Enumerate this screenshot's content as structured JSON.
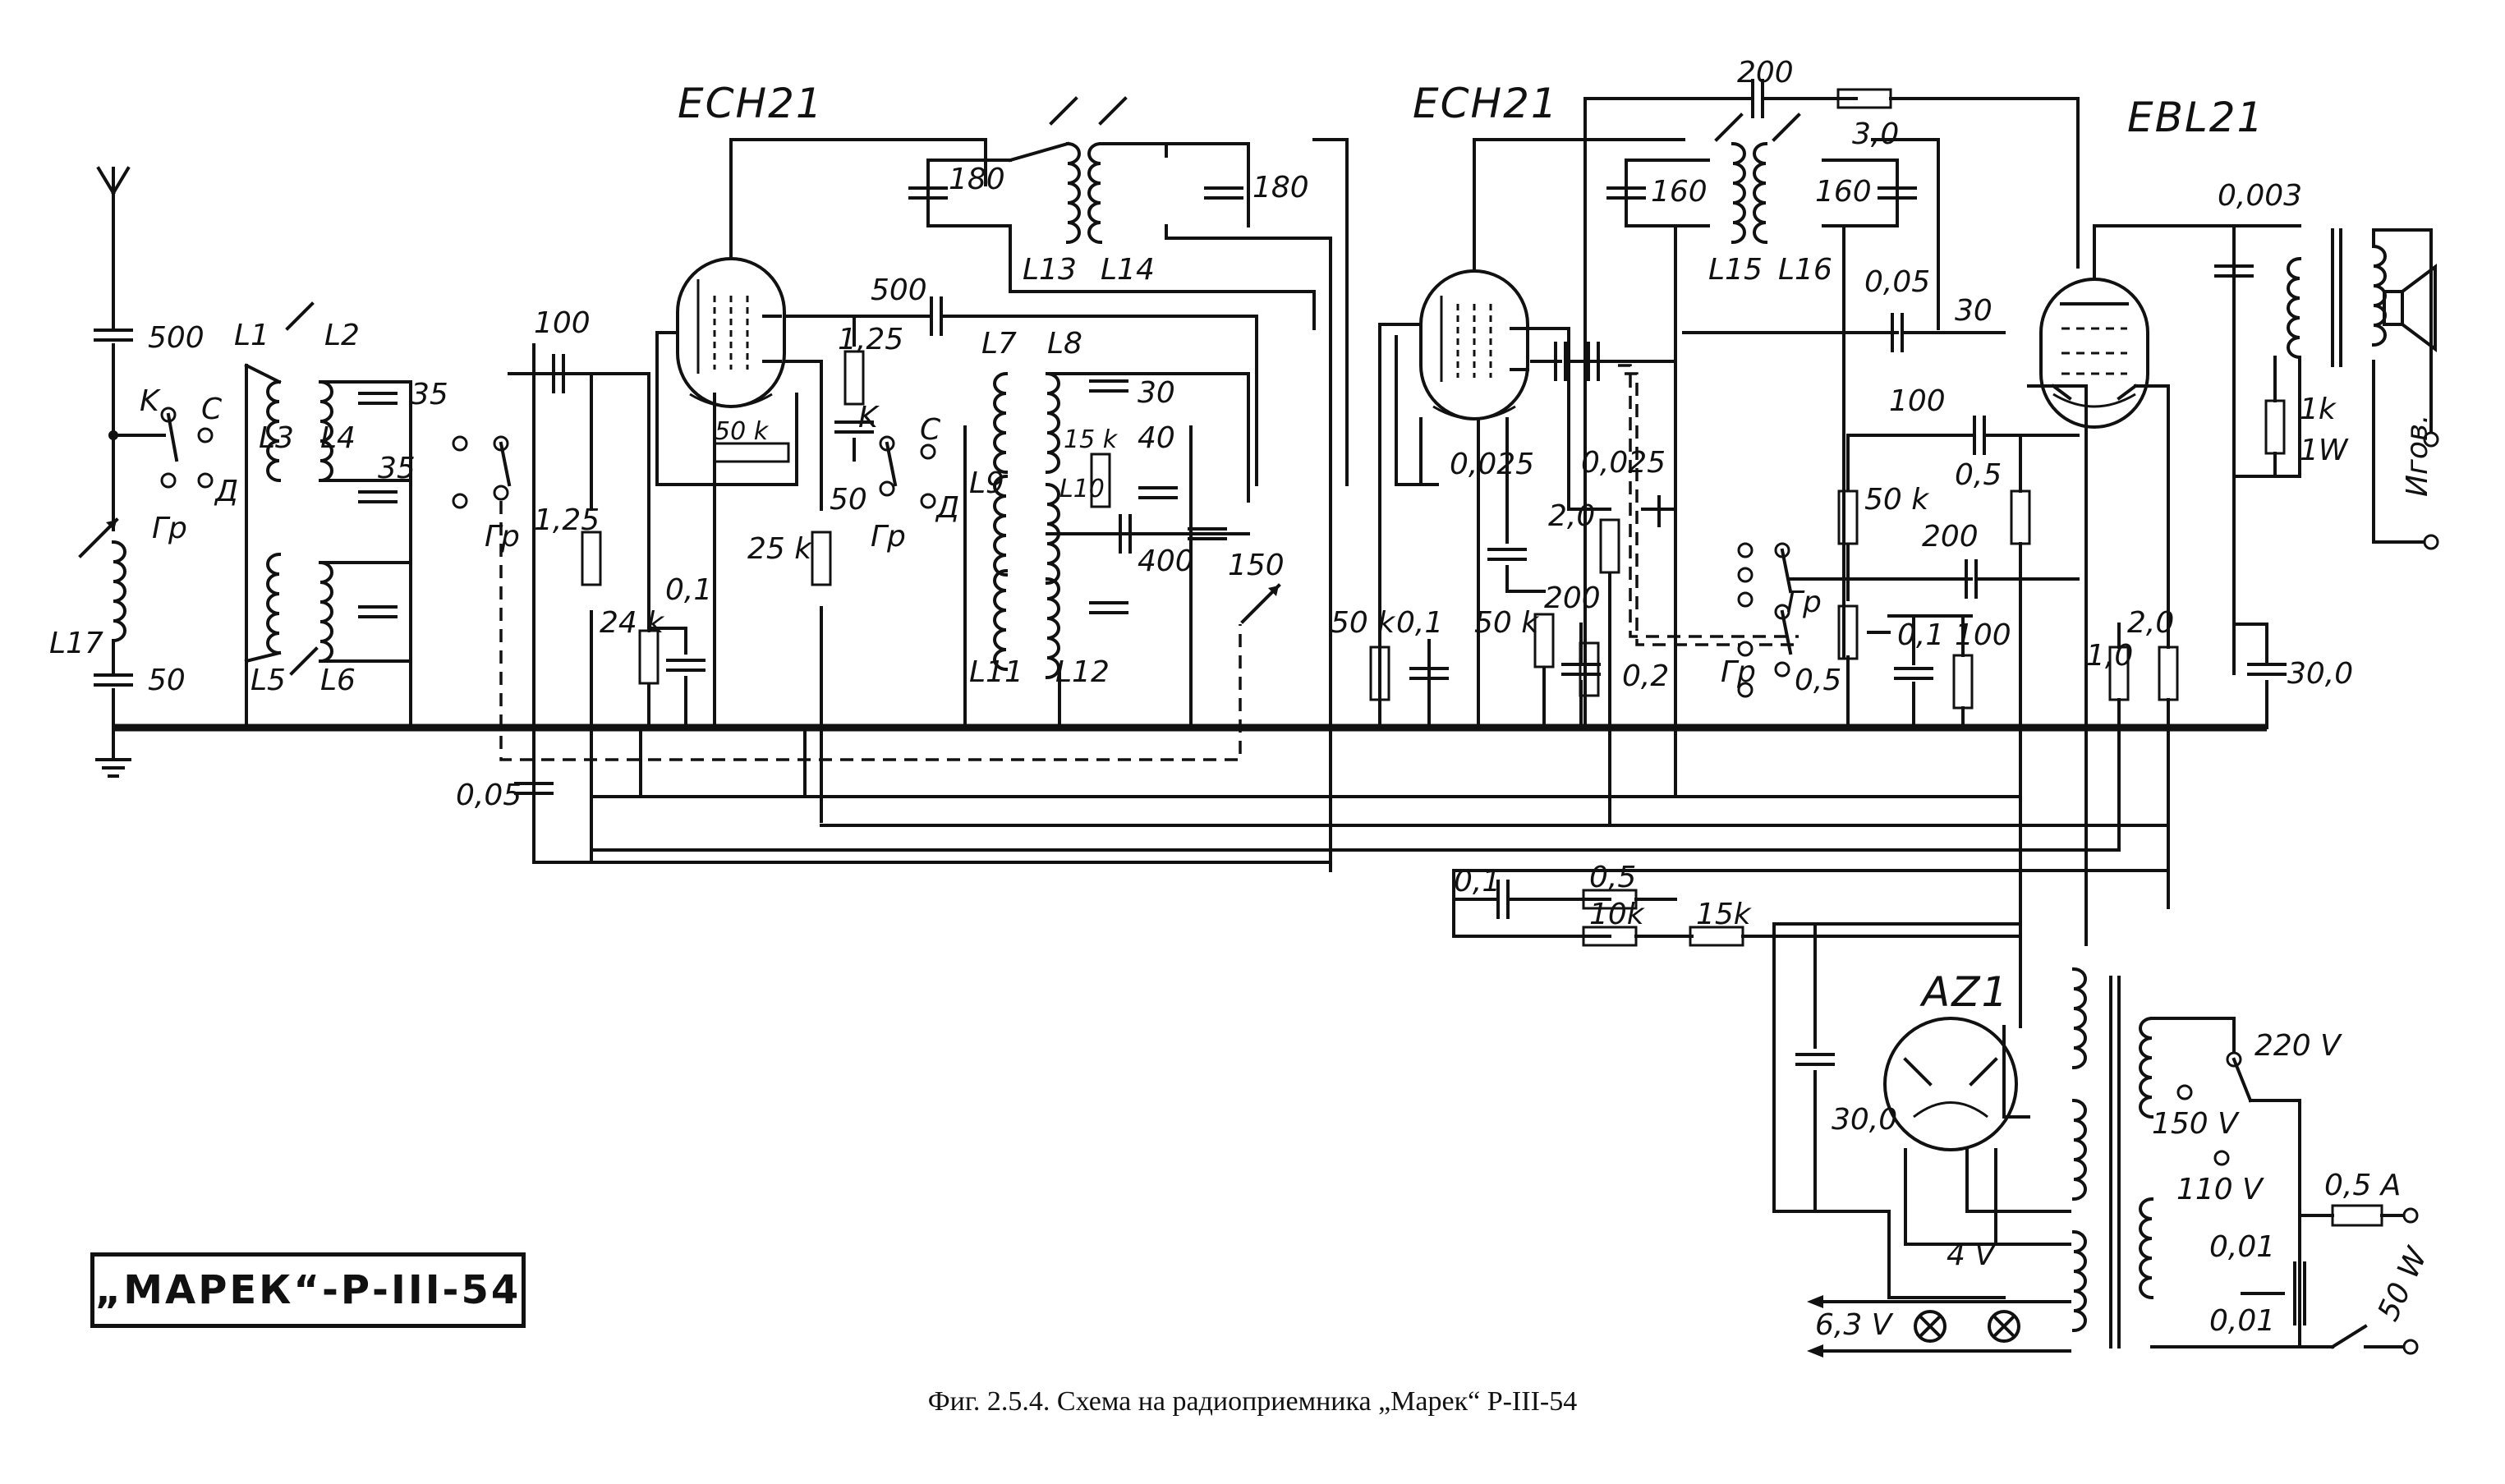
{
  "title_stamp": "„МАРЕК“-Р-III-54",
  "caption": "Фиг. 2.5.4. Схема на радиоприемника „Марек“ Р-III-54",
  "tubes": {
    "v1": "ECH21",
    "v2": "ECH21",
    "v3": "EBL21",
    "rect": "AZ1"
  },
  "components": {
    "c_ant": "500",
    "c17": "50",
    "l17": "L17",
    "l1": "L1",
    "l2": "L2",
    "l3": "L3",
    "l4": "L4",
    "l5": "L5",
    "l6": "L6",
    "c35a": "35",
    "c35b": "35",
    "sw_k1": "K",
    "sw_c1": "C",
    "sw_d1": "Д",
    "sw_gr1": "Гр",
    "sw_gr2": "Гр",
    "c100": "100",
    "r125": "1,25",
    "r24k": "24 k",
    "c01a": "0,1",
    "c005": "0,05",
    "r50k_v1": "50 k",
    "c500": "500",
    "r125b": "1,25",
    "r25k": "25 k",
    "c50": "50",
    "sw_k2": "K",
    "sw_c2": "C",
    "sw_d2": "Д",
    "sw_gr3": "Гр",
    "l7": "L7",
    "l8": "L8",
    "c30a": "30",
    "r15k": "15 k",
    "c40": "40",
    "l9": "L9",
    "l10": "L10",
    "c400": "400",
    "c150": "150",
    "l11": "L11",
    "l12": "L12",
    "c180a": "180",
    "c180b": "180",
    "l13": "L13",
    "l14": "L14",
    "r50k_b": "50 k",
    "c01b": "0,1",
    "c0025a": "0,025",
    "c0025b": "0,025",
    "c20": "2,0",
    "r50k_c": "50 k",
    "c200a": "200",
    "c02": "0,2",
    "c200top": "200",
    "r30": "3,0",
    "c160a": "160",
    "c160b": "160",
    "l15": "L15",
    "l16": "L16",
    "c30b": "30",
    "c005b": "0,05",
    "c100b": "100",
    "r50k_d": "50 k",
    "r05a": "0,5",
    "c200b": "200",
    "sw_gr4": "Гр",
    "sw_gr5": "Гр",
    "r05b": "0,5",
    "c01c": "0,1",
    "r100": "100",
    "c0003": "0,003",
    "r1k": "1k",
    "r1w": "1W",
    "spk_label": "Игов.",
    "r10": "1,0",
    "r20": "2,0",
    "c300": "30,0",
    "c01d": "0,1",
    "r05c": "0,5",
    "r10k": "10k",
    "r15kb": "15k",
    "c300b": "30,0",
    "v4": "4 V",
    "v63": "6,3 V",
    "v220": "220 V",
    "v150": "150 V",
    "v110": "110 V",
    "f05a": "0,5 A",
    "c001a": "0,01",
    "c001b": "0,01",
    "p50w": "50 W"
  }
}
